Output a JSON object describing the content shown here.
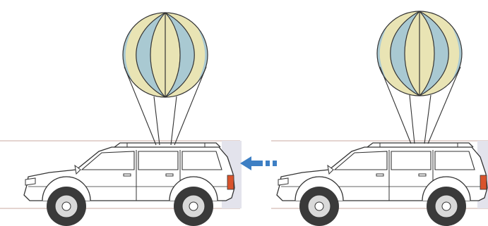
{
  "figure": {
    "panels": [
      {
        "id": "left",
        "balloon": true,
        "vehicle": "suv"
      },
      {
        "id": "right",
        "balloon": true,
        "vehicle": "suv"
      }
    ],
    "arrow": {
      "direction": "left",
      "color": "#3d7fc4"
    },
    "colors": {
      "balloon_stripe_a": "#e9e4b4",
      "balloon_stripe_b": "#a9c9d2",
      "vehicle_body": "#ffffff",
      "outline": "#333333",
      "tire": "#3a3a3a",
      "wheel_rim": "#d9d9d9",
      "taillight": "#d9532c",
      "shadow": "#e3e3ec"
    }
  }
}
